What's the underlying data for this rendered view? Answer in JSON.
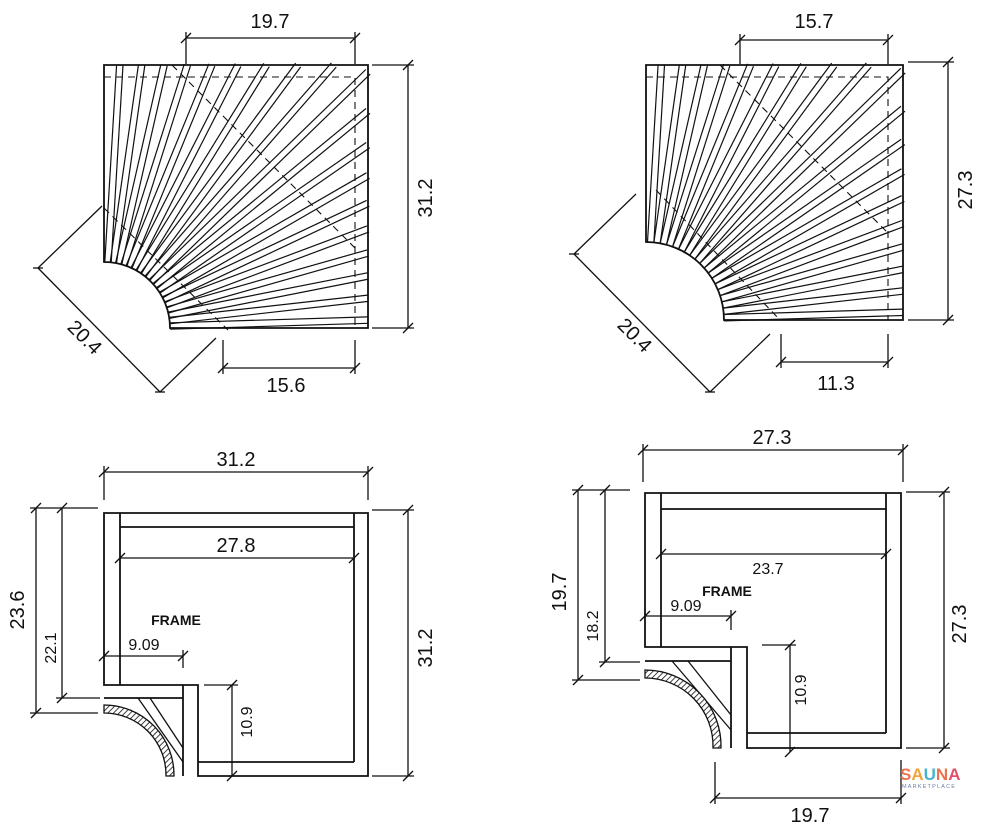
{
  "top_left": {
    "dims": {
      "top": "19.7",
      "right": "31.2",
      "diag": "20.4",
      "bottom": "15.6"
    }
  },
  "top_right": {
    "dims": {
      "top": "15.7",
      "right": "27.3",
      "diag": "20.4",
      "bottom": "11.3"
    }
  },
  "bottom_left": {
    "dims": {
      "top": "31.2",
      "inner": "27.8",
      "left_outer": "23.6",
      "left_inner": "22.1",
      "frame_width": "9.09",
      "frame_height": "10.9",
      "right": "31.2"
    },
    "label": "FRAME"
  },
  "bottom_right": {
    "dims": {
      "top": "27.3",
      "inner": "23.7",
      "left_outer": "19.7",
      "left_inner": "18.2",
      "frame_width": "9.09",
      "frame_height": "10.9",
      "right": "27.3",
      "bottom": "19.7"
    },
    "label": "FRAME"
  },
  "brand": {
    "name_letters": [
      "S",
      "A",
      "U",
      "N",
      "A"
    ],
    "name_colors": [
      "#e8744f",
      "#f2a33a",
      "#4ab3c9",
      "#e8744f",
      "#e34f6a"
    ],
    "tagline": "MARKETPLACE"
  }
}
